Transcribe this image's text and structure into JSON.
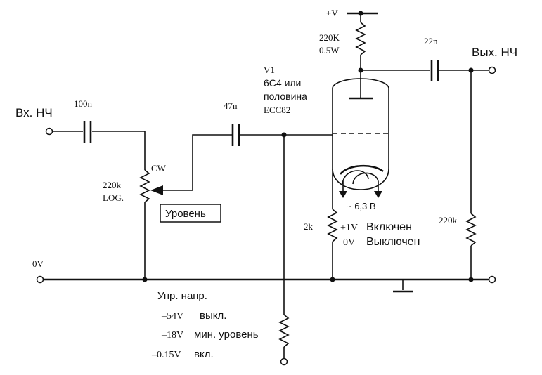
{
  "labels": {
    "vplus": "+V",
    "r_plate_value": "220K",
    "r_plate_power": "0.5W",
    "c_out": "22n",
    "out_label": "Вых. НЧ",
    "tube_ref": "V1",
    "tube_line1": "6С4 или",
    "tube_line2": "половина",
    "tube_line3": "ECC82",
    "c_mid": "47n",
    "c_in": "100n",
    "in_label": "Вх. НЧ",
    "pot_dir": "CW",
    "pot_value": "220k",
    "pot_taper": "LOG.",
    "level_box": "Уровень",
    "heater": "~ 6,3 В",
    "r_cathode": "2k",
    "state_on_v": "+1V",
    "state_on": "Включен",
    "state_off_v": "0V",
    "state_off": "Выключен",
    "r_out": "220k",
    "ground": "0V",
    "ctrl_title": "Упр. напр.",
    "ctrl_1_v": "–54V",
    "ctrl_1": "выкл.",
    "ctrl_2_v": "–18V",
    "ctrl_2": "мин. уровень",
    "ctrl_3_v": "–0.15V",
    "ctrl_3": "вкл."
  }
}
